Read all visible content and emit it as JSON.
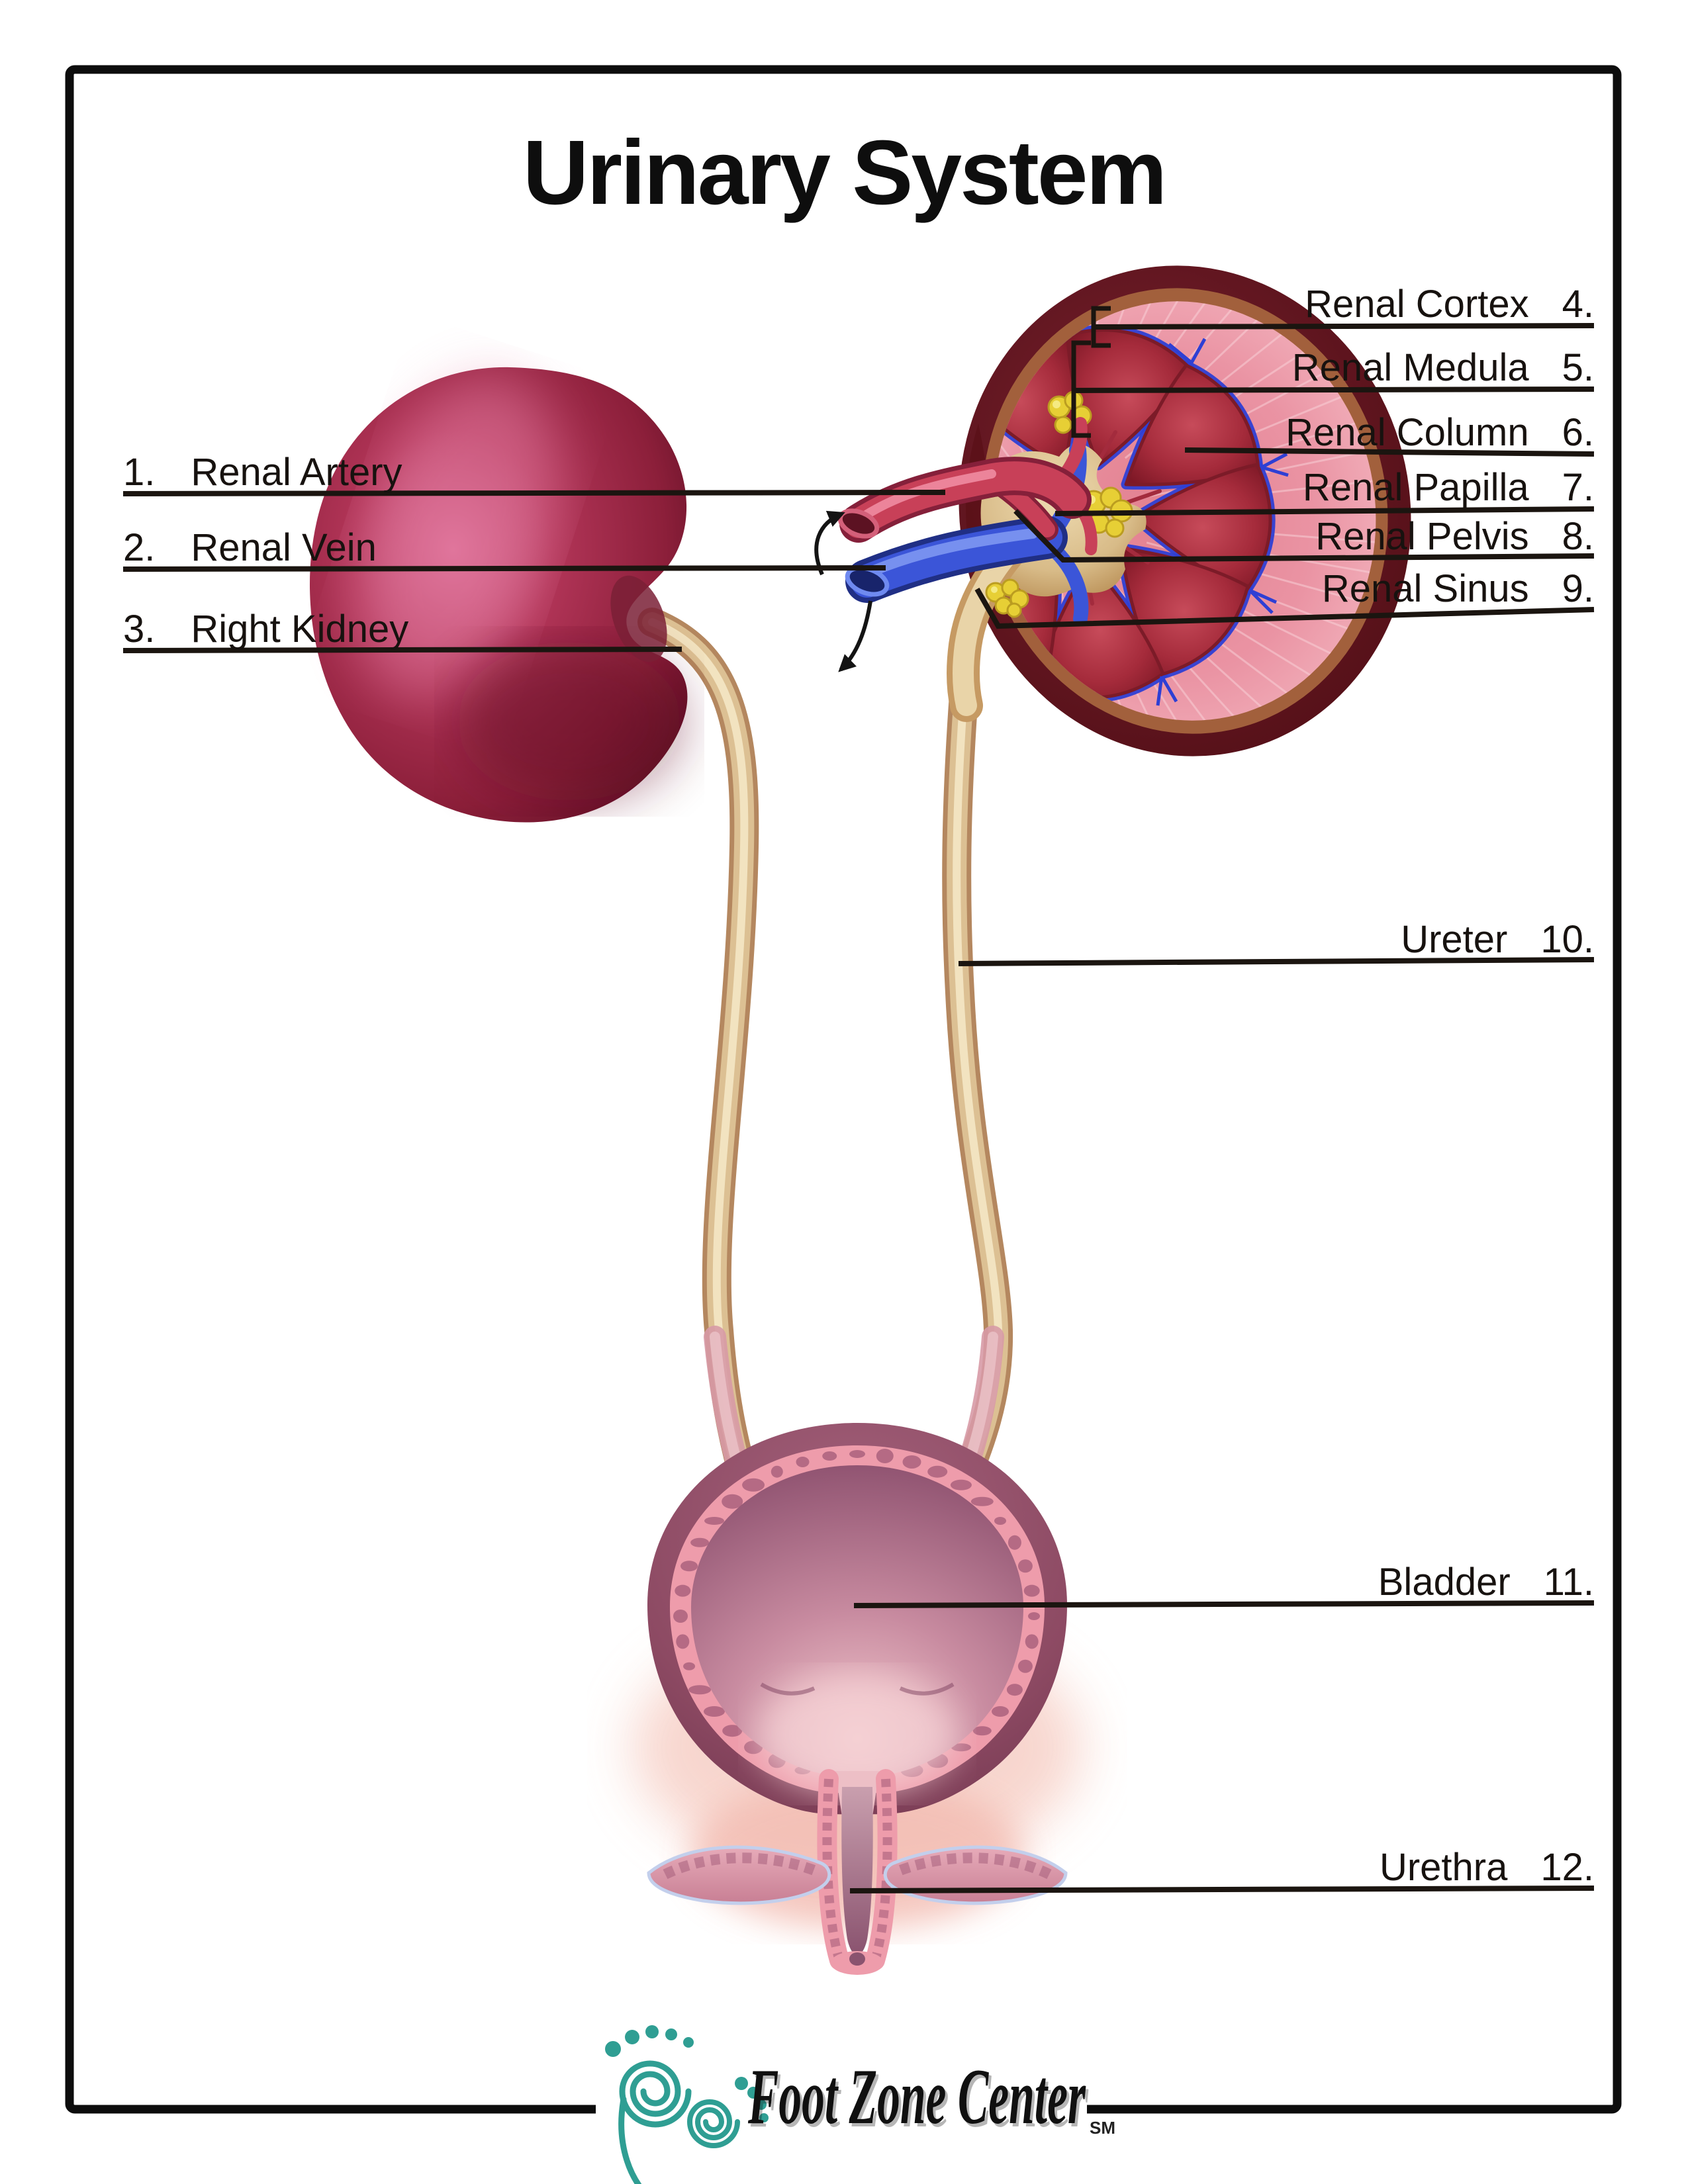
{
  "page": {
    "title": "Urinary System"
  },
  "labels": {
    "left": [
      {
        "number": "1.",
        "text": "Renal Artery"
      },
      {
        "number": "2.",
        "text": "Renal Vein"
      },
      {
        "number": "3.",
        "text": "Right Kidney"
      }
    ],
    "right": [
      {
        "text": "Renal Cortex",
        "number": "4."
      },
      {
        "text": "Renal Medula",
        "number": "5."
      },
      {
        "text": "Renal Column",
        "number": "6."
      },
      {
        "text": "Renal Papilla",
        "number": "7."
      },
      {
        "text": "Renal Pelvis",
        "number": "8."
      },
      {
        "text": "Renal Sinus",
        "number": "9."
      },
      {
        "text": "Ureter",
        "number": "10."
      },
      {
        "text": "Bladder",
        "number": "11."
      },
      {
        "text": "Urethra",
        "number": "12."
      }
    ]
  },
  "footer": {
    "logo_text": "Foot Zone Center",
    "logo_mark": "SM"
  },
  "colors": {
    "line_black": "#1b1510",
    "logo_teal": "#2f9e93",
    "kidney_maroon": "#8c1f3a",
    "capsule_dark": "#5c1018",
    "cortex_pink": "#ee9fae",
    "pyramid_red": "#a52b3b",
    "vein_blue": "#3b55d8",
    "artery_red": "#c84058",
    "pelvis_tan": "#dcc093",
    "fat_yellow": "#e7cf35",
    "ureter_tan": "#e6cda0",
    "bladder_plum": "#8d4a63",
    "bladder_wall_pink": "#ee9cab"
  }
}
